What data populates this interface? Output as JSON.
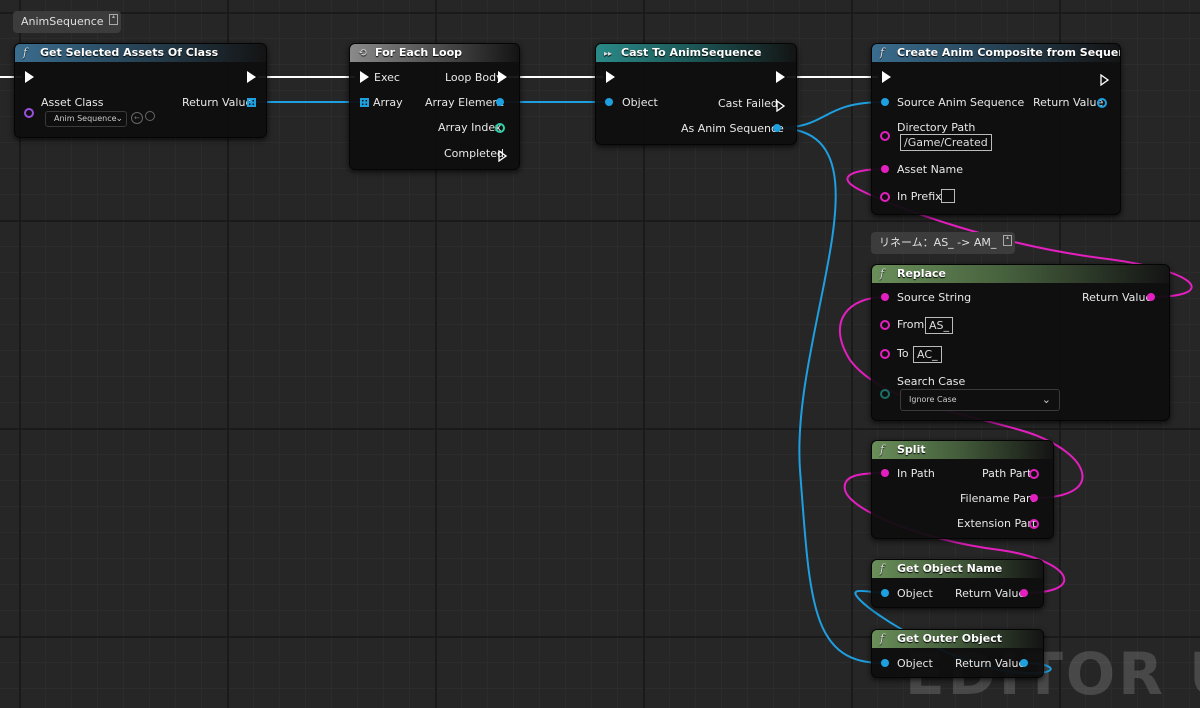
{
  "colors": {
    "exec": "#ffffff",
    "object": "#1e9fe0",
    "string": "#e31fbf",
    "integer": "#2fd0a8",
    "bool": "#9b1b1b"
  },
  "comments": {
    "anim_sequence": "AnimSequence",
    "rename": "リネーム：AS_ -> AM_"
  },
  "nodes": {
    "get_selected": {
      "title": "Get Selected Assets Of Class",
      "asset_class_label": "Asset Class",
      "asset_class_value": "Anim Sequence",
      "return_value": "Return Value"
    },
    "for_each": {
      "title": "For Each Loop",
      "exec": "Exec",
      "loop_body": "Loop Body",
      "array": "Array",
      "array_element": "Array Element",
      "array_index": "Array Index",
      "completed": "Completed"
    },
    "cast": {
      "title": "Cast To AnimSequence",
      "object": "Object",
      "cast_failed": "Cast Failed",
      "as_anim_sequence": "As Anim Sequence"
    },
    "create_composite": {
      "title": "Create Anim Composite from Sequence",
      "source_anim_sequence": "Source Anim Sequence",
      "return_value": "Return Value",
      "directory_path": "Directory Path",
      "directory_value": "/Game/Created",
      "asset_name": "Asset Name",
      "in_prefix": "In Prefix"
    },
    "replace": {
      "title": "Replace",
      "source_string": "Source String",
      "return_value": "Return Value",
      "from": "From",
      "from_value": "AS_",
      "to": "To",
      "to_value": "AC_",
      "search_case": "Search Case",
      "search_case_value": "Ignore Case"
    },
    "split": {
      "title": "Split",
      "in_path": "In Path",
      "path_part": "Path Part",
      "filename_part": "Filename Part",
      "extension_part": "Extension Part"
    },
    "get_object_name": {
      "title": "Get Object Name",
      "object": "Object",
      "return_value": "Return Value"
    },
    "get_outer_object": {
      "title": "Get Outer Object",
      "object": "Object",
      "return_value": "Return Value"
    }
  },
  "watermark": "EDITOR UTIL"
}
